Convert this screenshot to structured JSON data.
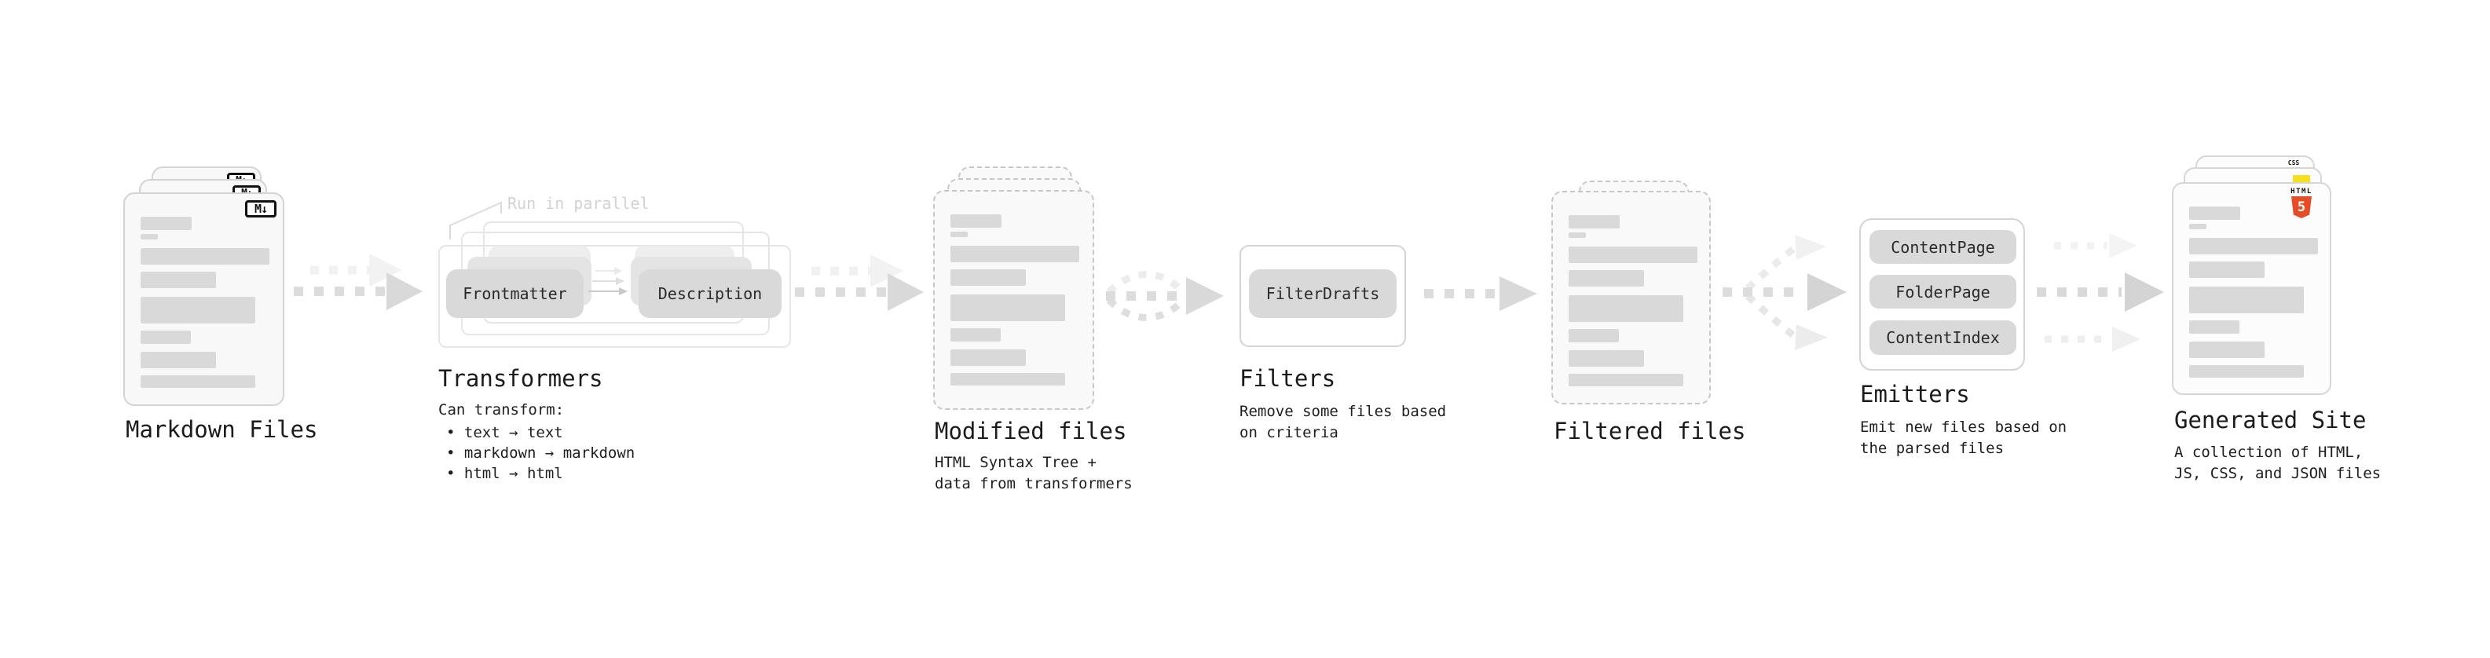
{
  "stages": {
    "markdown_files": {
      "title": "Markdown Files"
    },
    "transformers": {
      "title": "Transformers",
      "annotation": "Run in parallel",
      "box_frontmatter": "Frontmatter",
      "box_description": "Description",
      "desc_heading": "Can transform:",
      "bullet_1": "• text → text",
      "bullet_2": "• markdown → markdown",
      "bullet_3": "• html → html"
    },
    "modified_files": {
      "title": "Modified files",
      "desc_line_1": "HTML Syntax Tree +",
      "desc_line_2": "data from transformers"
    },
    "filters": {
      "title": "Filters",
      "box_filterdrafts": "FilterDrafts",
      "desc_line_1": "Remove some files based",
      "desc_line_2": "on criteria"
    },
    "filtered_files": {
      "title": "Filtered files"
    },
    "emitters": {
      "title": "Emitters",
      "box_contentpage": "ContentPage",
      "box_folderpage": "FolderPage",
      "box_contentindex": "ContentIndex",
      "desc_line_1": "Emit new files based on",
      "desc_line_2": "the parsed files"
    },
    "generated_site": {
      "title": "Generated Site",
      "desc_line_1": "A collection of HTML,",
      "desc_line_2": "JS, CSS, and JSON files"
    }
  },
  "icons": {
    "markdown_icon": "M↓",
    "html5_icon_label": "HTML",
    "html5_icon_number": "5",
    "css_icon_label": "CSS"
  },
  "colors": {
    "title_text": "#1b1b1b",
    "body_text": "#1e1e1e",
    "muted_annotation": "#d2d2d2",
    "node_fill": "#d9d9d9",
    "sheet_fill": "#f8f8f8",
    "sheet_border": "#d4d4d4",
    "dashed_border": "#c7c7c7",
    "arrow": "#dcdcdc",
    "arrow_ghost": "#f0f0f0",
    "html5_orange": "#e44d26",
    "js_yellow": "#f7df1e",
    "css_blue": "#2d65f2"
  }
}
